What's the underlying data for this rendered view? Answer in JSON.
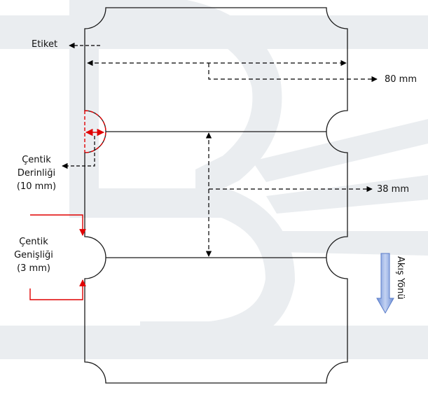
{
  "labels": {
    "label": "Etiket",
    "width": "80 mm",
    "height": "38 mm",
    "notch_depth_line1": "Çentik",
    "notch_depth_line2": "Derinliği",
    "notch_depth_value": "(10 mm)",
    "notch_width_line1": "Çentik",
    "notch_width_line2": "Genişliği",
    "notch_width_value": "(3 mm)",
    "flow_direction": "Akış Yönü"
  },
  "colors": {
    "outline": "#1a1a1a",
    "dimension": "#000000",
    "notch_highlight": "#e00000",
    "flow_arrow": "#8fa8e0",
    "watermark": "#e9ecef"
  }
}
